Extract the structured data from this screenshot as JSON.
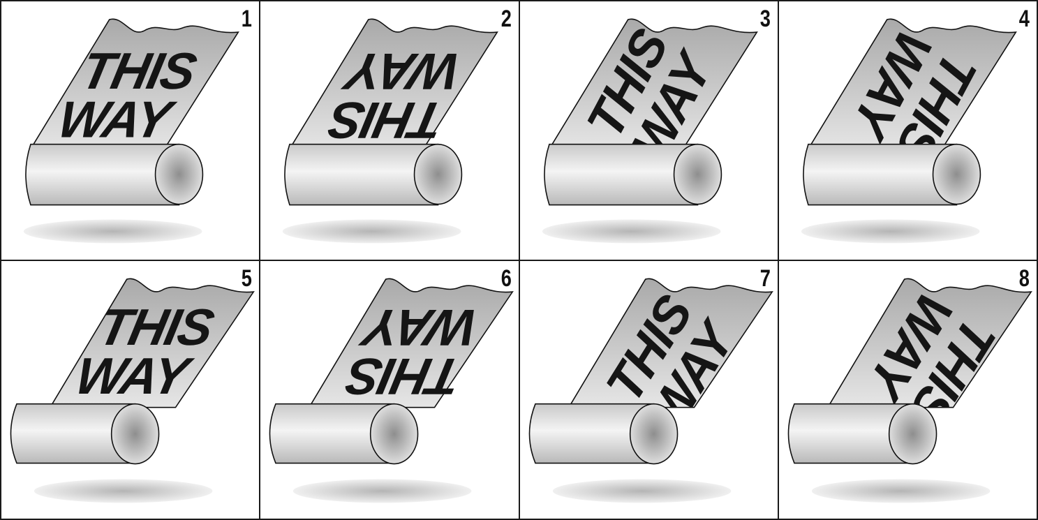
{
  "panels": [
    {
      "number": "1",
      "line1": "THIS",
      "line2": "WAY"
    },
    {
      "number": "2",
      "line1": "THIS",
      "line2": "WAY"
    },
    {
      "number": "3",
      "line1": "THIS",
      "line2": "WAY"
    },
    {
      "number": "4",
      "line1": "THIS",
      "line2": "WAY"
    },
    {
      "number": "5",
      "line1": "THIS",
      "line2": "WAY"
    },
    {
      "number": "6",
      "line1": "THIS",
      "line2": "WAY"
    },
    {
      "number": "7",
      "line1": "THIS",
      "line2": "WAY"
    },
    {
      "number": "8",
      "line1": "THIS",
      "line2": "WAY"
    }
  ],
  "colors": {
    "border": "#1a1a1a",
    "paper_light": "#e6e6e6",
    "paper_dark": "#a9a9a9",
    "text": "#151515",
    "shadow": "#b5b5b5"
  }
}
